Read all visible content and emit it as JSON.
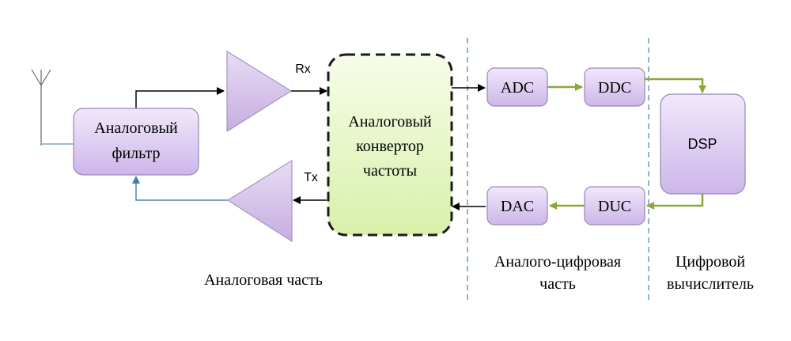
{
  "blocks": {
    "analog_filter": [
      "Аналоговый",
      "фильтр"
    ],
    "freq_converter": [
      "Аналоговый",
      "конвертор",
      "частоты"
    ],
    "adc": "ADC",
    "ddc": "DDC",
    "dac": "DAC",
    "duc": "DUC",
    "dsp": "DSP"
  },
  "signals": {
    "rx": "Rx",
    "tx": "Tx"
  },
  "sections": {
    "analog": "Аналоговая часть",
    "mixed": [
      "Аналого-цифровая",
      "часть"
    ],
    "digital": [
      "Цифровой",
      "вычислитель"
    ]
  },
  "colors": {
    "block_fill": "#d9c6ee",
    "block_stroke": "#9a86b6",
    "converter_fill": "#e8f7c8",
    "divider": "#3f86a8",
    "green_arrow": "#8aa83a",
    "antenna_line": "#7aa6c4"
  }
}
